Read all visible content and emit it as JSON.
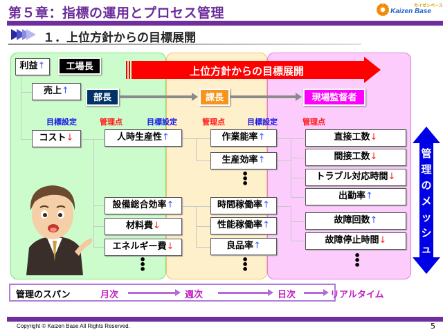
{
  "header": {
    "chapter_title": "第５章：指標の運用とプロセス管理",
    "logo_text": "Kaizen Base",
    "logo_kana": "カイゼンベース",
    "section_title": "１．上位方針からの目標展開"
  },
  "diagram": {
    "banner": "上位方針からの目標展開",
    "roles": {
      "factory_manager": "工場長",
      "department_manager": "部長",
      "section_manager": "課長",
      "site_supervisor": "現場監督者"
    },
    "column_labels": {
      "goal_setting": "目標設定",
      "control_point": "管理点"
    },
    "top_kpis": [
      {
        "label": "利益",
        "trend": "↑",
        "direction": "up"
      },
      {
        "label": "売上",
        "trend": "↑",
        "direction": "up"
      },
      {
        "label": "コスト",
        "trend": "↓",
        "direction": "down"
      }
    ],
    "level2_kpis": [
      {
        "label": "人時生産性",
        "trend": "↑",
        "direction": "up"
      },
      {
        "label": "設備総合効率",
        "trend": "↑",
        "direction": "up"
      },
      {
        "label": "材料費",
        "trend": "↓",
        "direction": "down"
      },
      {
        "label": "エネルギー費",
        "trend": "↓",
        "direction": "down"
      }
    ],
    "level3_kpis": [
      {
        "label": "作業能率",
        "trend": "↑",
        "direction": "up"
      },
      {
        "label": "生産効率",
        "trend": "↑",
        "direction": "up"
      },
      {
        "label": "時間稼働率",
        "trend": "↑",
        "direction": "up"
      },
      {
        "label": "性能稼働率",
        "trend": "↑",
        "direction": "up"
      },
      {
        "label": "良品率",
        "trend": "↑",
        "direction": "up"
      }
    ],
    "level4_kpis": [
      {
        "label": "直接工数",
        "trend": "↓",
        "direction": "down"
      },
      {
        "label": "間接工数",
        "trend": "↓",
        "direction": "down"
      },
      {
        "label": "トラブル対応時間",
        "trend": "↓",
        "direction": "down"
      },
      {
        "label": "出勤率",
        "trend": "↑",
        "direction": "up"
      },
      {
        "label": "故障回数",
        "trend": "↑",
        "direction": "up"
      },
      {
        "label": "故障停止時間",
        "trend": "↓",
        "direction": "down"
      }
    ],
    "ellipsis": "⋮",
    "mesh_label": "管理のメッシュ"
  },
  "span": {
    "title": "管理のスパン",
    "items": [
      "月次",
      "週次",
      "日次",
      "リアルタイム"
    ]
  },
  "footer": {
    "copyright": "Copyright ©  Kaizen Base  All Rights Reserved.",
    "page_number": "5"
  },
  "colors": {
    "theme_purple": "#6f2e9e",
    "panel_green": "#ccfccc",
    "panel_orange": "#fff0cc",
    "panel_pink": "#fcccfc",
    "banner_red": "#ff0000",
    "role_factory": "#000000",
    "role_department": "#003366",
    "role_section": "#f7941d",
    "role_supervisor": "#ff00ff",
    "mesh_blue": "#0000e6",
    "trend_up": "#3b5bff",
    "trend_down": "#ff2020"
  }
}
